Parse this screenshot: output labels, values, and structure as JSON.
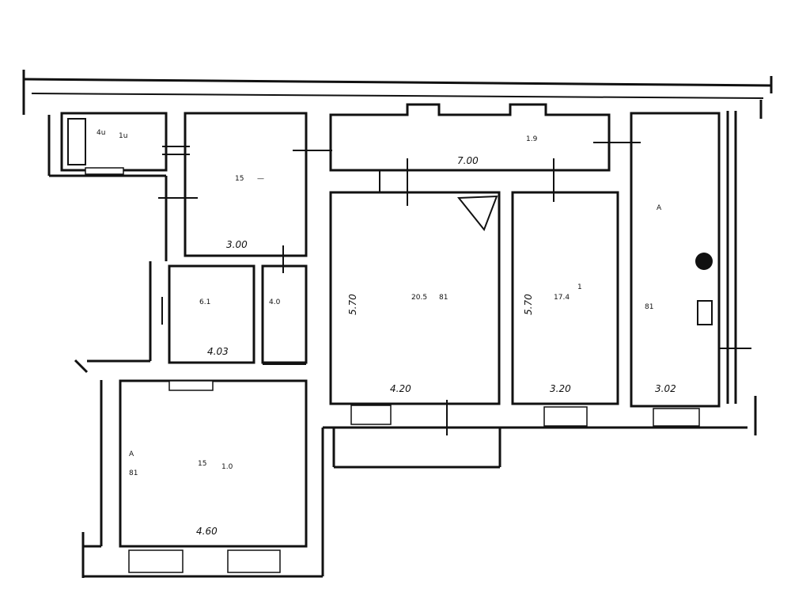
{
  "plan": {
    "dimensions": {
      "corridor": "7.00",
      "room_a_bottom": "3.00",
      "room_b_height": "5.70",
      "room_b_width": "4.20",
      "room_c_height": "5.70",
      "room_c_width": "3.20",
      "room_d_bottom": "3.02",
      "small_room": "4.03",
      "room_e_width": "4.60"
    }
  }
}
